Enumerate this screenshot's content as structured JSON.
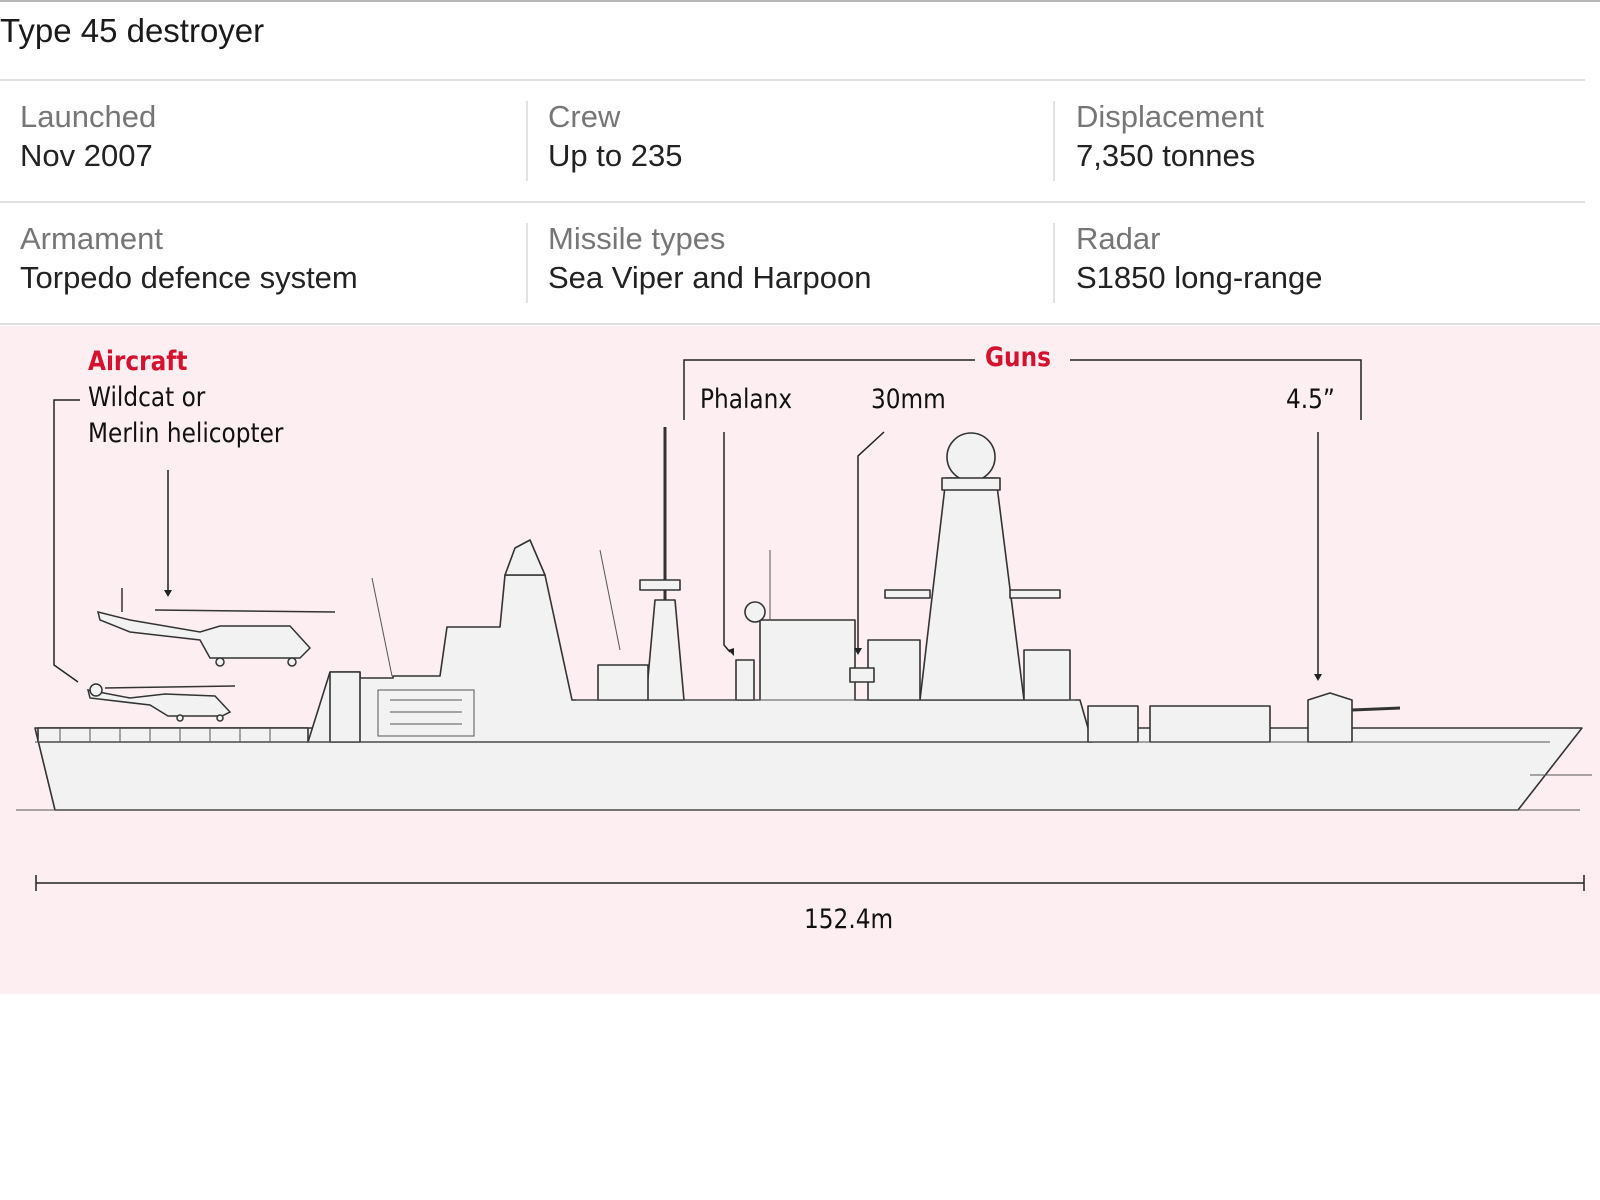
{
  "title": "Type 45 destroyer",
  "stats": [
    {
      "label": "Launched",
      "value": "Nov 2007"
    },
    {
      "label": "Crew",
      "value": "Up to 235"
    },
    {
      "label": "Displacement",
      "value": "7,350 tonnes"
    },
    {
      "label": "Armament",
      "value": "Torpedo defence system"
    },
    {
      "label": "Missile types",
      "value": "Sea Viper and Harpoon"
    },
    {
      "label": "Radar",
      "value": "S1850 long-range"
    }
  ],
  "diagram": {
    "aircraft_heading": "Aircraft",
    "aircraft_line1": "Wildcat or",
    "aircraft_line2": "Merlin helicopter",
    "guns_heading": "Guns",
    "gun_phalanx": "Phalanx",
    "gun_30mm": "30mm",
    "gun_main": "4.5”",
    "length": "152.4m"
  },
  "colors": {
    "accent_red": "#d4122f",
    "diagram_bg": "#fdeef1",
    "ship_fill": "#f2f2f2",
    "ship_stroke": "#333333"
  }
}
